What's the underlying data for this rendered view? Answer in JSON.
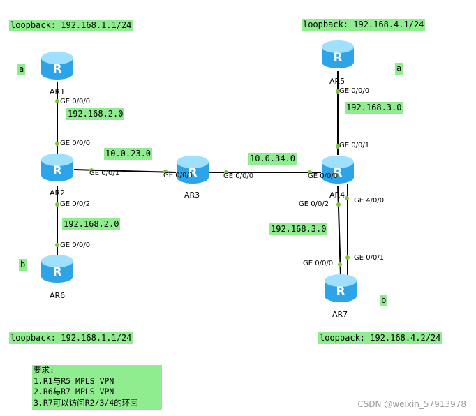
{
  "routers": [
    {
      "id": "ar1",
      "name": "AR1"
    },
    {
      "id": "ar2",
      "name": "AR2"
    },
    {
      "id": "ar3",
      "name": "AR3"
    },
    {
      "id": "ar4",
      "name": "AR4"
    },
    {
      "id": "ar5",
      "name": "AR5"
    },
    {
      "id": "ar6",
      "name": "AR6"
    },
    {
      "id": "ar7",
      "name": "AR7"
    }
  ],
  "router_glyph": "R",
  "colors": {
    "label_bg": "#8fec8f",
    "router_top": "#9fe0ff",
    "router_body": "#2ea4e8",
    "link": "#000000",
    "port_dot": "#7cc241"
  },
  "loopbacks": {
    "top_left": "loopback: 192.168.1.1/24",
    "top_right": "loopback: 192.168.4.1/24",
    "bottom_left": "loopback: 192.168.1.1/24",
    "bottom_right": "loopback: 192.168.4.2/24"
  },
  "site_tags": {
    "ar1": "a",
    "ar5": "a",
    "ar6": "b",
    "ar7": "b"
  },
  "networks": {
    "ar1_ar2": "192.168.2.0",
    "ar2_ar3": "10.0.23.0",
    "ar3_ar4": "10.0.34.0",
    "ar5_ar4": "192.168.3.0",
    "ar2_ar6": "192.168.2.0",
    "ar4_ar7": "192.168.3.0"
  },
  "ports": {
    "ar1_down": "GE 0/0/0",
    "ar2_up": "GE 0/0/0",
    "ar2_right": "GE 0/0/1",
    "ar2_down": "GE 0/0/2",
    "ar3_left": "GE 0/0/1",
    "ar3_right": "GE 0/0/0",
    "ar4_left": "GE 0/0/0",
    "ar4_up": "GE 0/0/1",
    "ar4_down_left": "GE 0/0/2",
    "ar4_down_right": "GE 4/0/0",
    "ar5_down": "GE 0/0/0",
    "ar6_up": "GE 0/0/0",
    "ar7_left": "GE 0/0/0",
    "ar7_right": "GE 0/0/1"
  },
  "requirements": {
    "title": "要求:",
    "items": [
      "1.R1与R5 MPLS VPN",
      "2.R6与R7 MPLS VPN",
      "3.R7可以访问R2/3/4的环回"
    ]
  },
  "watermark": "CSDN @weixin_57913978"
}
